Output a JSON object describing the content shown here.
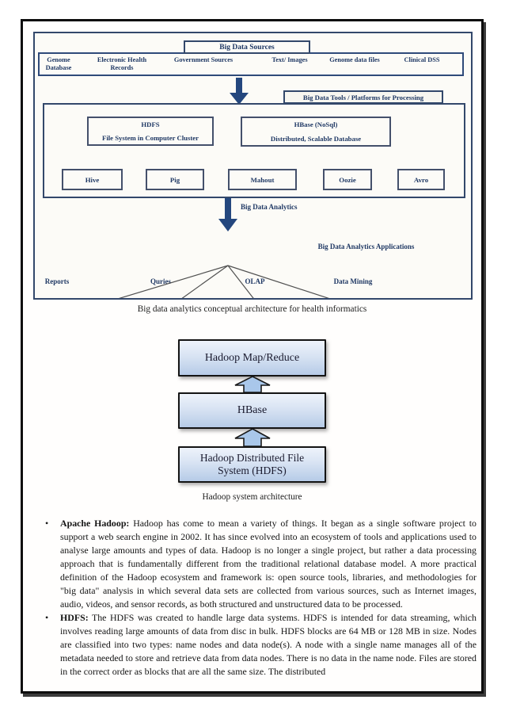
{
  "colors": {
    "diagram_text": "#1f3864",
    "diagram_border": "#33486b",
    "block_arrow": "#24477e",
    "hadoop_box_fill_top": "#eef3fb",
    "hadoop_box_fill_bottom": "#b6cbe7",
    "hadoop_arrow_fill": "#a9c7ea",
    "page_border": "#0d0d0d"
  },
  "diagram1": {
    "title_box": "Big Data Sources",
    "sources": [
      "Genome Database",
      "Electronic Health Records",
      "Government Sources",
      "Text/ Images",
      "Genome data files",
      "Clinical DSS"
    ],
    "tools_platforms_label": "Big Data Tools / Platforms for Processing",
    "hdfs": {
      "title": "HDFS",
      "subtitle": "File System in Computer Cluster"
    },
    "hbase": {
      "title": "HBase (NoSql)",
      "subtitle": "Distributed, Scalable Database"
    },
    "tools": [
      "Hive",
      "Pig",
      "Mahout",
      "Oozie",
      "Avro"
    ],
    "analytics_arrow_label": "Big Data Analytics",
    "applications_label": "Big Data Analytics Applications",
    "applications": [
      "Reports",
      "Quries",
      "OLAP",
      "Data Mining"
    ],
    "caption": "Big data analytics conceptual architecture for health informatics"
  },
  "diagram2": {
    "layers": [
      "Hadoop Map/Reduce",
      "HBase",
      "Hadoop Distributed File System (HDFS)"
    ],
    "caption": "Hadoop system architecture"
  },
  "bullets": [
    {
      "lead": "Apache Hadoop:",
      "body": " Hadoop has come to mean a variety of things. It began as a single software project to support a web search engine in 2002. It has since evolved into an ecosystem of tools and applications used to analyse large amounts and types of data. Hadoop is no longer a single project, but rather a data processing approach that is fundamentally different from the traditional relational database model. A more practical definition of the Hadoop ecosystem and framework is: open source tools, libraries, and methodologies for \"big data\" analysis in which several data sets are collected from various sources, such as Internet images, audio, videos, and sensor records, as both structured and unstructured data to be processed."
    },
    {
      "lead": "HDFS:",
      "body": " The HDFS was created to handle large data systems. HDFS is intended for data streaming, which involves reading large amounts of data from disc in bulk. HDFS blocks are 64 MB or 128 MB in size. Nodes are classified into two types: name nodes and data node(s). A node with a single name manages all of the metadata needed to store and retrieve data from data nodes. There is no data in the name node. Files are stored in the correct order as blocks that are all the same size. The distributed"
    }
  ]
}
